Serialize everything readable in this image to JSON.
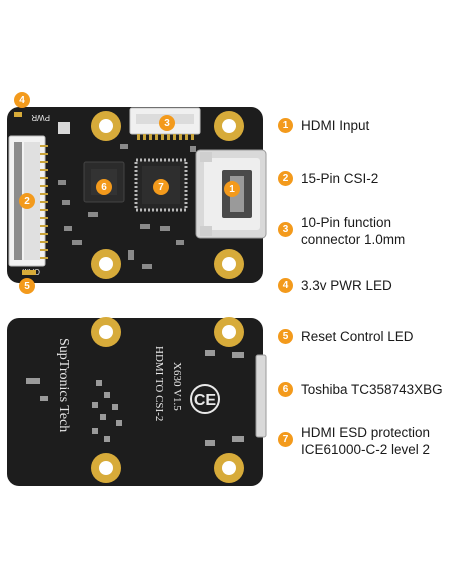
{
  "colors": {
    "badge": "#f39a1c",
    "pcb": "#1d1d1d",
    "pad_gold": "#d7ab3a",
    "silkscreen": "#e8e8e8"
  },
  "front_board": {
    "silk_pwr": "PWR",
    "silk_cam": "CAM",
    "callouts": [
      "1",
      "2",
      "3",
      "4",
      "5",
      "6",
      "7"
    ]
  },
  "back_board": {
    "brand": "SupTronics Tech",
    "model": "X630 V1.5",
    "desc": "HDMI TO CSI-2",
    "ce_mark": "CE"
  },
  "legend": [
    {
      "num": "1",
      "lines": [
        "HDMI Input"
      ]
    },
    {
      "num": "2",
      "lines": [
        "15-Pin CSI-2"
      ]
    },
    {
      "num": "3",
      "lines": [
        "10-Pin function",
        "connector 1.0mm"
      ]
    },
    {
      "num": "4",
      "lines": [
        "3.3v PWR LED"
      ]
    },
    {
      "num": "5",
      "lines": [
        "Reset Control LED"
      ]
    },
    {
      "num": "6",
      "lines": [
        "Toshiba TC358743XBG"
      ]
    },
    {
      "num": "7",
      "lines": [
        "HDMI ESD protection",
        "ICE61000-C-2 level 2"
      ]
    }
  ]
}
